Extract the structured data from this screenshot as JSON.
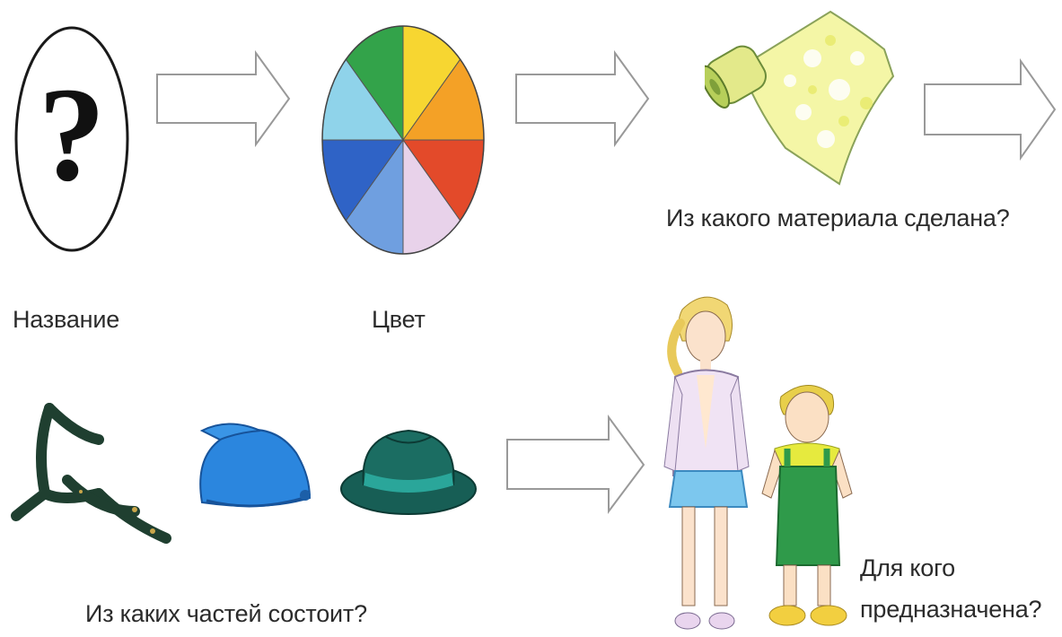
{
  "labels": {
    "name": "Название",
    "color": "Цвет",
    "material": "Из какого материала сделана?",
    "parts": "Из каких частей состоит?",
    "for_whom_line1": "Для кого",
    "for_whom_line2": "предназначена?"
  },
  "icons": {
    "question_mark": "?"
  },
  "colors": {
    "wheel": [
      "#f7d631",
      "#f4a126",
      "#e34a2a",
      "#e8d2ea",
      "#6f9fe0",
      "#2f63c6",
      "#8fd3ea",
      "#33a34a"
    ],
    "cap": "#2b86de",
    "hat": "#175e55",
    "ribbon": "#1f3f30",
    "fabric": "#f3f59a"
  }
}
